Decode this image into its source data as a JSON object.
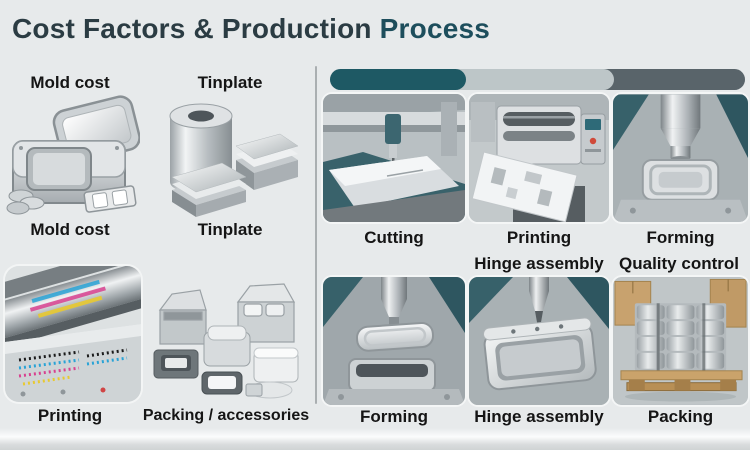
{
  "header": {
    "title_main": "Cost Factors & Production ",
    "title_accent": "Process"
  },
  "left_panel": {
    "name": "Cost factors",
    "items": [
      {
        "id": "mold-cost",
        "top_label": "Mold cost",
        "caption": "Mold cost",
        "image": "mold-with-coins-and-cash"
      },
      {
        "id": "tinplate",
        "top_label": "Tinplate",
        "caption": "Tinplate",
        "image": "tinplate-roll-and-sheets"
      },
      {
        "id": "printing",
        "caption": "Printing",
        "image": "offset-printing-rollers-cmyk"
      },
      {
        "id": "packing-accessories",
        "caption": "Packing / accessories",
        "image": "boxes-trays-accessories"
      }
    ]
  },
  "right_panel": {
    "name": "Production process",
    "progress_bar": {
      "segments": [
        {
          "name": "segment-1",
          "color": "#1e5964"
        },
        {
          "name": "segment-2",
          "color": "#bdc6c8"
        },
        {
          "name": "segment-3",
          "color": "#59646a"
        }
      ]
    },
    "row1": [
      {
        "caption": "Cutting",
        "image": "sheet-cutting-machine"
      },
      {
        "caption": "Printing",
        "image": "tinplate-printing-machine"
      },
      {
        "caption": "Forming",
        "image": "forming-press-die"
      }
    ],
    "row2": [
      {
        "heading": "",
        "caption": "Forming",
        "image": "forming-press-tin-lid"
      },
      {
        "heading": "Hinge assembly",
        "caption": "Hinge assembly",
        "image": "hinge-assembly-machine"
      },
      {
        "heading": "Quality control",
        "caption": "Packing",
        "image": "pallet-stacked-tins"
      }
    ]
  },
  "colors": {
    "background": "#e7eaeb",
    "title_main": "#2b3c43",
    "title_accent": "#1d4e5c",
    "label_text": "#151515",
    "divider": "#aaafb1",
    "teal_accent": "#1e5964",
    "bar_gray": "#bdc6c8",
    "bar_slate": "#59646a"
  }
}
